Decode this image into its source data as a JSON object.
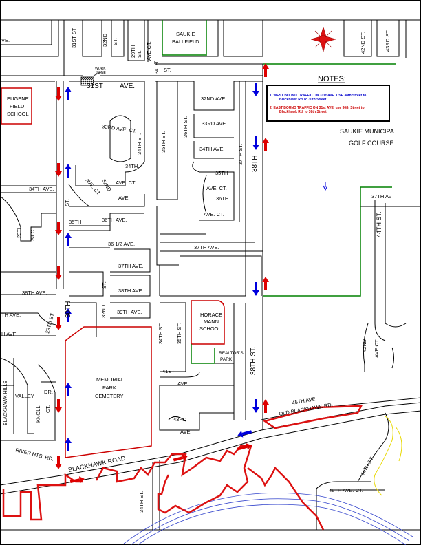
{
  "colors": {
    "road_line": "#000000",
    "school_boundary": "#cc0000",
    "park_boundary": "#008000",
    "northbound_arrow": "#0000dd",
    "southbound_arrow": "#dd0000",
    "golf_course_edge": "#008000",
    "river": "#3344cc",
    "riverbank": "#e8d800"
  },
  "icons": {
    "north_arrow": "compass-rose-icon",
    "work_zone": "hatched-work-zone-icon"
  },
  "notes": {
    "heading": "NOTES:",
    "note1_line1": "1.   WEST BOUND TRAFFIC ON 31st AVE.  USE 38th Street to",
    "note1_line2": "Blackhawk Rd To 30th Street",
    "note2_line1": "2.   EAST BOUND TRAFFIC ON 31st AVE. use 30th Street to",
    "note2_line2": "Blackhawk Rd. to 38th Street"
  },
  "work_zone": {
    "line1": "WORK",
    "line2": "ZONE"
  },
  "places": {
    "eugene_field_1": "EUGENE",
    "eugene_field_2": "FIELD",
    "eugene_field_3": "SCHOOL",
    "saukie_ballfield_1": "SAUKIE",
    "saukie_ballfield_2": "BALLFIELD",
    "golf_course_1": "SAUKIE MUNICIPA",
    "golf_course_2": "GOLF COURSE",
    "horace_mann_1": "HORACE",
    "horace_mann_2": "MANN",
    "horace_mann_3": "SCHOOL",
    "realtors_park_1": "REALTOR'S",
    "realtors_park_2": "PARK",
    "cemetery_1": "MEMORIAL",
    "cemetery_2": "PARK",
    "cemetery_3": "CEMETERY"
  },
  "streets": {
    "st_31st": "31ST ST.",
    "st_32nd": "32ND",
    "st_32nd_st": "ST.",
    "st_29th": "29TH",
    "st_29th_st": "ST.",
    "ave_ct_top": "AVE.CT.",
    "ave_west_top": "VE.",
    "st_34th_top": "34TH",
    "st_34th_top_b": "ST.",
    "ave_31st_a": "31ST",
    "ave_31st_b": "AVE.",
    "ave_32nd": "32ND  AVE.",
    "ave_33rd_ct": "33RD AVE. CT.",
    "ave_33rd": "33RD  AVE.",
    "ave_34th_r": "34TH  AVE.",
    "st_34th_mid": "34TH ST.",
    "st_35th_top": "35TH ST.",
    "st_36th": "36TH ST.",
    "st_37th": "37TH ST.",
    "st_38th_top": "38TH",
    "ave_34th_ct_a": "34TH",
    "ave_34th_ct_b": "AVE. CT.",
    "ave_34th_left": "34TH AVE.",
    "st_30th_top": "ST.",
    "ave_32nd_ct_a": "32ND",
    "ave_ct_b": "AVE. CT.",
    "ave_small": "AVE.",
    "ave_35th_ct_a": "35TH",
    "ave_35th_ct_b": "AVE. CT.",
    "ave_36th_ct_a": "36TH",
    "ave_36th_ct_b": "AVE. CT.",
    "ave_35th_l": "35TH",
    "ave_36th": "36TH  AVE.",
    "ave_36_half": "36 1/2  AVE.",
    "ave_37th": "37TH  AVE.",
    "ave_37th_b": "37TH  AVE.",
    "ave_37th_far": "37TH AV",
    "st_29th_ct_a": "29TH",
    "st_29th_ct_b": "ST.CT.",
    "ave_38th_l": "38TH  AVE.",
    "ave_38th": "38TH  AVE.",
    "st_mid": "ST.",
    "ave_39th": "39TH  AVE.",
    "st_30th": "30TH",
    "st_32nd_b": "32ND",
    "st_34th_b": "34TH ST.",
    "st_35th_b": "35TH ST.",
    "st_29th_b": "29TH ST.",
    "ave_40th_l": "TH  AVE.",
    "ave_h": "H  AVE.",
    "st_38th": "38TH  ST.",
    "st_44th": "44TH ST.",
    "ave_ct_r": "AVE.CT.",
    "st_42nd": "42ND",
    "st_42nd_top": "42ND ST.",
    "st_43rd_top": "43RD ST.",
    "ave_41st": "41ST",
    "ave_41st_b": "AVE.",
    "ave_43rd": "43RD",
    "ave_43rd_b": "AVE.",
    "blackhawk_hills": "BLACKHAWK HILLS",
    "valley": "VALLEY",
    "dr": "DR.",
    "knoll": "KNOLL",
    "ct": "CT.",
    "river_hts": "RIVER  HTS.  RD.",
    "blackhawk_road": "BLACKHAWK  ROAD",
    "st_34th_bottom": "34TH  ST.",
    "ave_45th": "45TH  AVE.",
    "old_blackhawk": "OLD BLACKHAWK  RD.",
    "st_44th_b": "44TH ST.",
    "ave_48th": "48TH  AVE.  CT."
  }
}
